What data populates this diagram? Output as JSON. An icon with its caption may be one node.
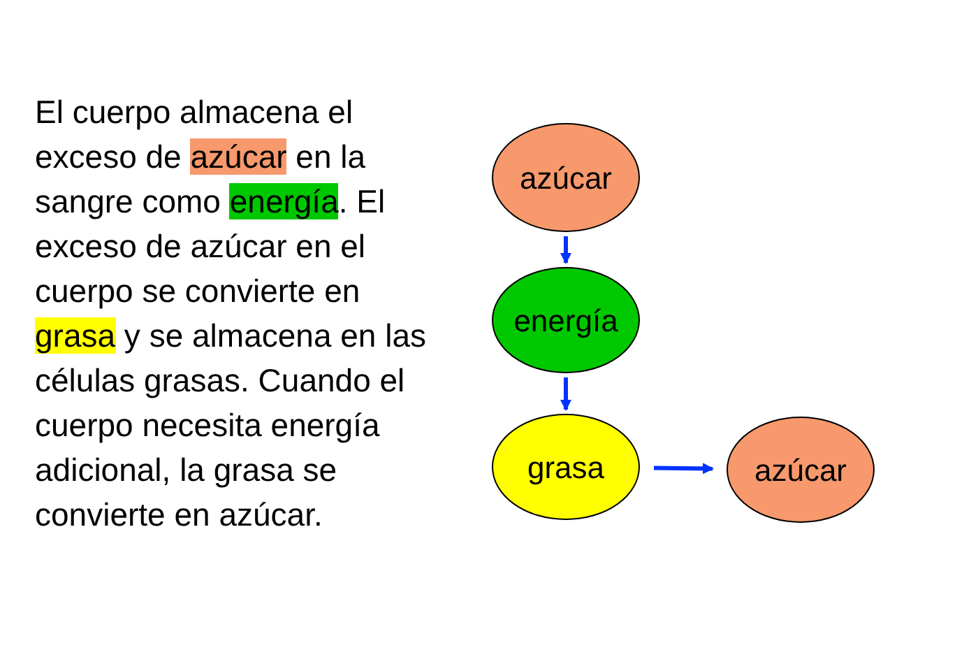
{
  "diagram": {
    "nodes": [
      {
        "text": [
          "azúcar"
        ]
      },
      {
        "text": [
          "energía"
        ]
      },
      {
        "text": [
          "grasa"
        ]
      },
      {
        "text": [
          "azúcar"
        ]
      }
    ],
    "edges": [
      {
        "from": 0,
        "to": 1,
        "arrow": "to"
      },
      {
        "from": 1,
        "to": 2,
        "arrow": "to"
      },
      {
        "from": 2,
        "to": 3,
        "arrow": "to"
      }
    ],
    "labels": [
      "El cuerpo almacena el exceso de ",
      "azúcar",
      " en la sangre como ",
      "energía",
      ". El exceso de azúcar en el cuerpo se convierte en ",
      "grasa",
      " y se almacena en las células grasas. Cuando el cuerpo necesita energía adicional, la grasa se convierte en azúcar."
    ]
  }
}
